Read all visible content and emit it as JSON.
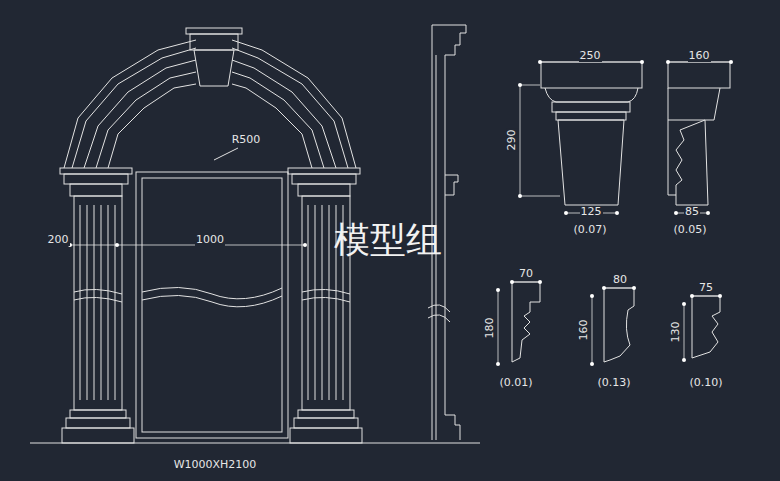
{
  "diagram": {
    "labels": [
      "R500",
      "200",
      "1000",
      "模型组",
      "W1000XH2100",
      "250",
      "290",
      "125",
      "(0.07)",
      "160",
      "85",
      "(0.05)",
      "70",
      "180",
      "(0.01)",
      "80",
      "160",
      "(0.13)",
      "75",
      "130",
      "(0.10)"
    ]
  }
}
